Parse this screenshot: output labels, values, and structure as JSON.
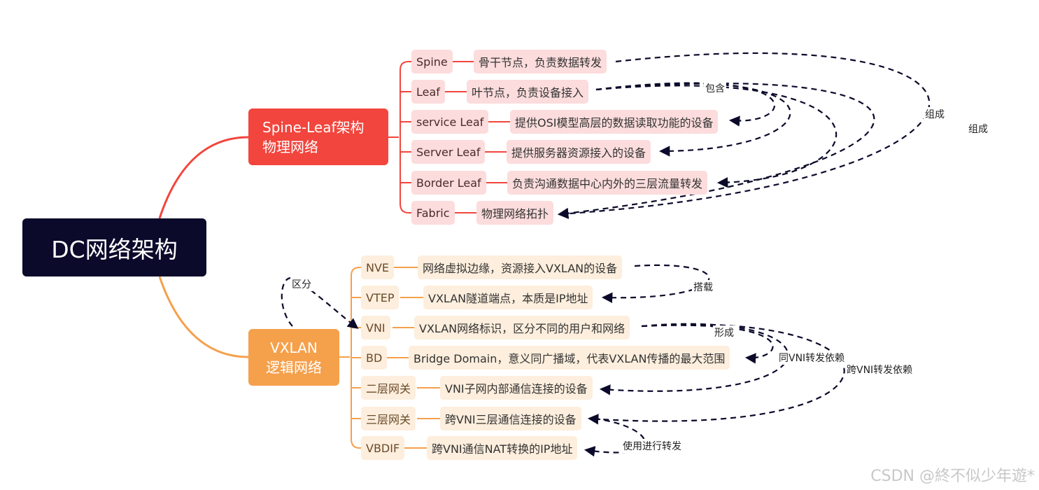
{
  "root": {
    "label": "DC网络架构"
  },
  "branches": [
    {
      "lines": [
        "Spine-Leaf架构",
        "物理网络"
      ],
      "color": "#f2453d",
      "items": [
        {
          "term": "Spine",
          "desc": "骨干节点，负责数据转发"
        },
        {
          "term": "Leaf",
          "desc": "叶节点，负责设备接入"
        },
        {
          "term": "service Leaf",
          "desc": "提供OSI模型高层的数据读取功能的设备"
        },
        {
          "term": "Server Leaf",
          "desc": "提供服务器资源接入的设备"
        },
        {
          "term": "Border Leaf",
          "desc": "负责沟通数据中心内外的三层流量转发"
        },
        {
          "term": "Fabric",
          "desc": "物理网络拓扑"
        }
      ]
    },
    {
      "lines": [
        "VXLAN",
        "逻辑网络"
      ],
      "color": "#f5a04b",
      "items": [
        {
          "term": "NVE",
          "desc": "网络虚拟边缘，资源接入VXLAN的设备"
        },
        {
          "term": "VTEP",
          "desc": "VXLAN隧道端点，本质是IP地址"
        },
        {
          "term": "VNI",
          "desc": "VXLAN网络标识，区分不同的用户和网络"
        },
        {
          "term": "BD",
          "desc": "Bridge Domain，意义同广播域，代表VXLAN传播的最大范围"
        },
        {
          "term": "二层网关",
          "desc": "VNI子网内部通信连接的设备"
        },
        {
          "term": "三层网关",
          "desc": "跨VNI三层通信连接的设备"
        },
        {
          "term": "VBDIF",
          "desc": "跨VNI通信NAT转换的IP地址"
        }
      ]
    }
  ],
  "relations": {
    "contains": "包含",
    "compose1": "组成",
    "compose2": "组成",
    "carry": "搭载",
    "distinguish": "区分",
    "form": "形成",
    "same_vni": "同VNI转发依赖",
    "cross_vni": "跨VNI转发依赖",
    "use_forward": "使用进行转发"
  },
  "watermark": "CSDN @終不似少年遊*",
  "colors": {
    "root": "#0b0a2b",
    "red": "#f2453d",
    "orange": "#f5a04b",
    "red_sub": "#fcdcdc",
    "orange_sub": "#fdeedd"
  }
}
